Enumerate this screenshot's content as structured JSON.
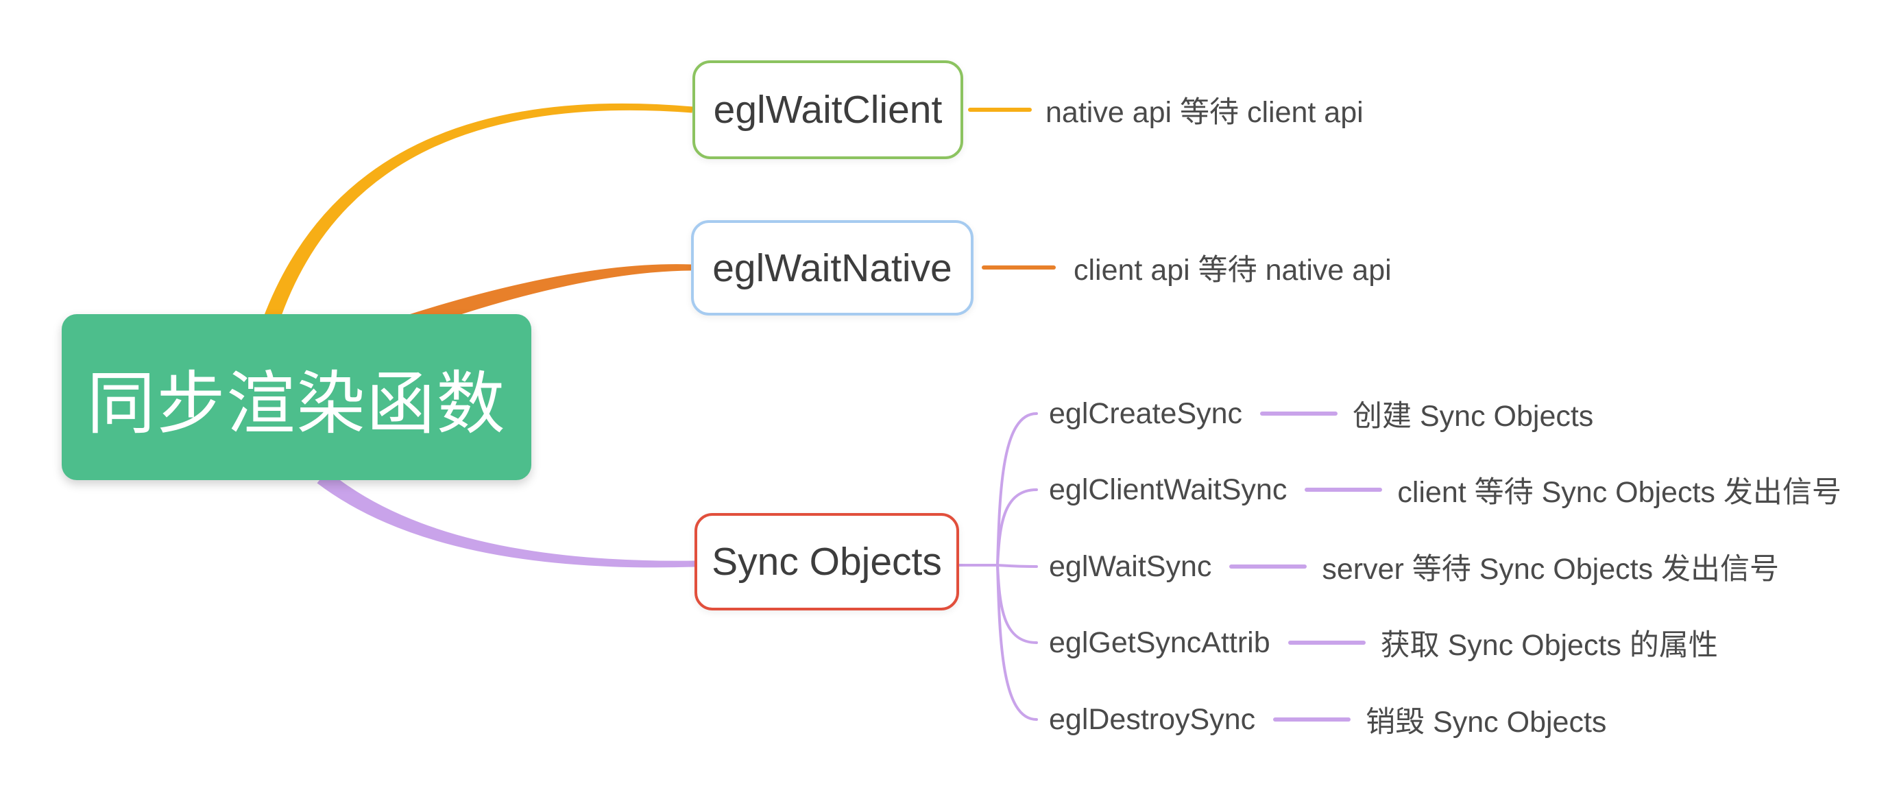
{
  "colors": {
    "root_bg": "#4DBE8C",
    "root_text": "#FFFFFF",
    "branch_yellow": "#F7AE16",
    "branch_orange": "#E8802A",
    "branch_purple": "#C9A3EA",
    "border_green": "#8CC360",
    "border_blue": "#A6CBF0",
    "border_red": "#E14F3C",
    "node_text": "#3D3D3D",
    "label_text": "#4A4A4A"
  },
  "root": {
    "label": "同步渲染函数"
  },
  "branches": [
    {
      "label": "eglWaitClient",
      "note": "native api 等待 client api"
    },
    {
      "label": "eglWaitNative",
      "note": "client api 等待 native api"
    },
    {
      "label": "Sync Objects",
      "children": [
        {
          "label": "eglCreateSync",
          "note": "创建 Sync Objects"
        },
        {
          "label": "eglClientWaitSync",
          "note": "client 等待 Sync Objects 发出信号"
        },
        {
          "label": "eglWaitSync",
          "note": "server 等待 Sync Objects 发出信号"
        },
        {
          "label": "eglGetSyncAttrib",
          "note": "获取 Sync Objects 的属性"
        },
        {
          "label": "eglDestroySync",
          "note": "销毁 Sync Objects"
        }
      ]
    }
  ]
}
